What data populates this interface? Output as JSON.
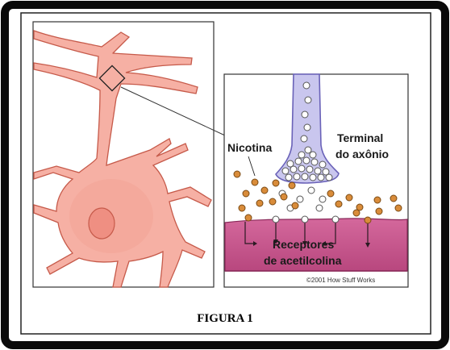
{
  "figure": {
    "caption": "FIGURA 1",
    "credit": "©2001 How Stuff Works"
  },
  "labels": {
    "nicotine": "Nicotina",
    "axon_terminal_line1": "Terminal",
    "axon_terminal_line2": "do axônio",
    "receptors_line1": "Receptores",
    "receptors_line2": "de acetilcolina"
  },
  "colors": {
    "frame_outer": "#0a0a0a",
    "neuron_fill": "#f6b0a4",
    "neuron_stroke": "#c65a4a",
    "nucleus_fill": "#ef8f82",
    "axon_fill": "#c9c6ee",
    "axon_stroke": "#6a62b8",
    "membrane_fill": "#c7578e",
    "nicotine_fill": "#d98c3a",
    "acetylcholine_fill": "#ffffff"
  }
}
